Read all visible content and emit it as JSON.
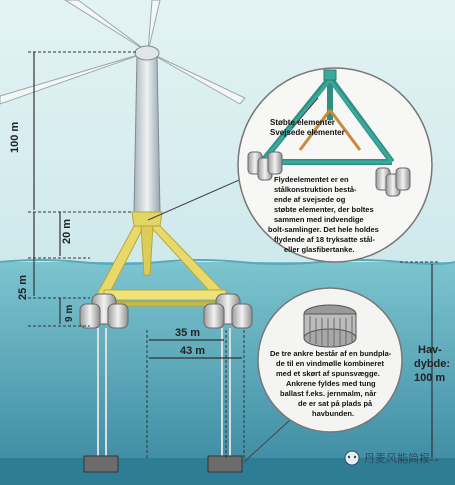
{
  "dimensions": {
    "d100": "100 m",
    "d20": "20 m",
    "d25": "25 m",
    "d9": "9 m",
    "d35": "35 m",
    "d43": "43 m"
  },
  "depth": {
    "line1": "Hav-",
    "line2": "dybde:",
    "line3": "100 m"
  },
  "callout_elements": {
    "line1": "Støbte elementer",
    "line2": "Svejsede elementer"
  },
  "float_text": [
    "Flydeelementet er en",
    "stålkonstruktion bestå-",
    "ende af svejsede og",
    "støbte elementer, der boltes",
    "sammen med indvendige",
    "bolt-samlinger. Det hele holdes",
    "flydende af 18 tryksatte stål-",
    "eller glasfibertanke."
  ],
  "anchor_text": [
    "De tre ankre består af en bundpla-",
    "de til en vindmølle kombineret",
    "med et skørt af spunsvægge.",
    "Ankrene fyldes med tung",
    "ballast f.eks. jernmalm, når",
    "de er sat på plads på",
    "havbunden."
  ],
  "watermark": "丹麦风能简报",
  "colors": {
    "sky": "#d8eef0",
    "sea_top": "#6fb8c6",
    "sea_deep": "#3d8fa8",
    "teal_frame": "#3aa89a",
    "yellow_frame": "#e8d96a",
    "tank": "#c9c9c9"
  }
}
